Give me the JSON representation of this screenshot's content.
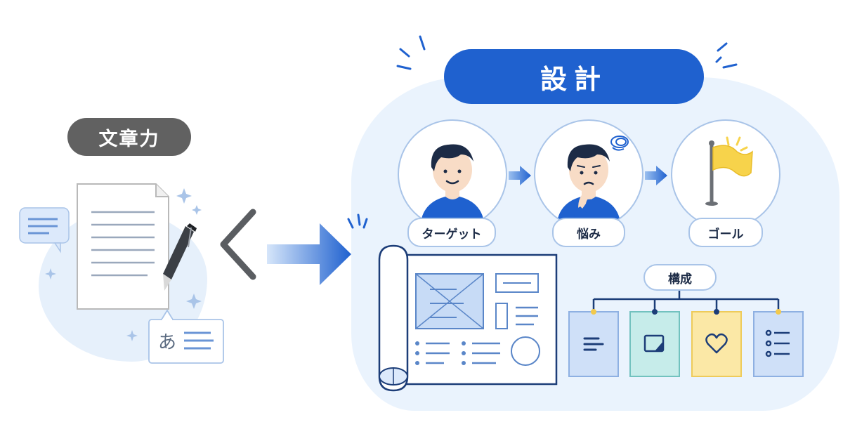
{
  "left": {
    "skill_label": "文章力",
    "speech_bubble_char": "あ"
  },
  "comparison_symbol": "<",
  "right": {
    "title": "設計",
    "steps": [
      {
        "label": "ターゲット",
        "icon": "smiling-person-icon"
      },
      {
        "label": "悩み",
        "icon": "thinking-person-icon"
      },
      {
        "label": "ゴール",
        "icon": "yellow-flag-icon"
      }
    ],
    "structure": {
      "label": "構成",
      "cards": [
        {
          "icon": "text-lines-icon",
          "color": "#cfe0f8"
        },
        {
          "icon": "shape-square-icon",
          "color": "#c6ecea"
        },
        {
          "icon": "heart-icon",
          "color": "#fbe8a6"
        },
        {
          "icon": "checklist-icon",
          "color": "#cfe0f8"
        }
      ]
    }
  },
  "colors": {
    "primary_blue": "#1f61cf",
    "label_gray": "#616161",
    "soft_blue_bg": "#eaf3fd",
    "navy_line": "#1c3d78",
    "flag_yellow": "#f7d34b"
  }
}
